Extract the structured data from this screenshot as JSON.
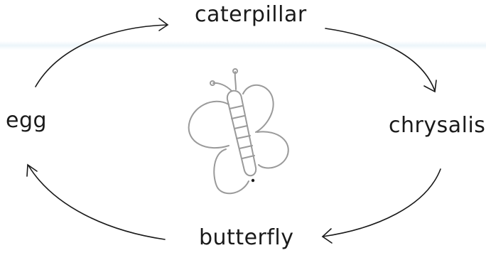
{
  "diagram": {
    "stages": {
      "caterpillar": "caterpillar",
      "chrysalis": "chrysalis",
      "butterfly": "butterfly",
      "egg": "egg"
    },
    "center_illustration": "butterfly-icon",
    "arrow_color": "#1a1a1a",
    "illustration_color": "#9a9a9a"
  }
}
